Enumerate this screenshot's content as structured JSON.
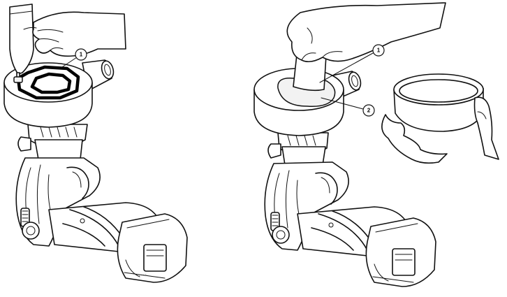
{
  "panels": [
    {
      "callouts": [
        "1"
      ]
    },
    {
      "callouts": [
        "1",
        "2"
      ]
    }
  ]
}
